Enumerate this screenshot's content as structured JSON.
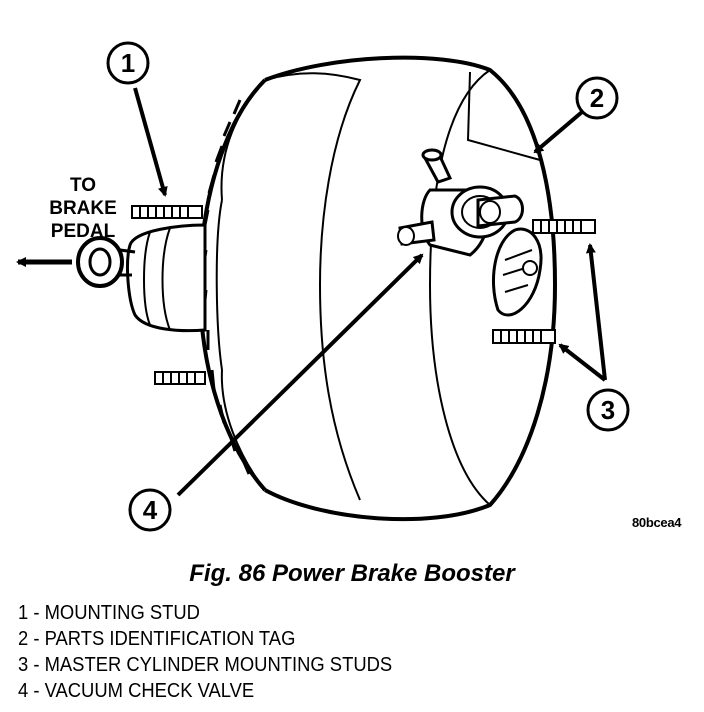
{
  "figure": {
    "caption": "Fig. 86 Power Brake Booster",
    "image_code": "80bcea4",
    "direction_label": [
      "TO",
      "BRAKE",
      "PEDAL"
    ]
  },
  "callouts": [
    {
      "number": "1",
      "part": "MOUNTING STUD"
    },
    {
      "number": "2",
      "part": "PARTS IDENTIFICATION TAG"
    },
    {
      "number": "3",
      "part": "MASTER CYLINDER MOUNTING STUDS"
    },
    {
      "number": "4",
      "part": "VACUUM CHECK VALVE"
    }
  ],
  "legend": [
    "1 - MOUNTING STUD",
    "2 - PARTS IDENTIFICATION TAG",
    "3 - MASTER CYLINDER MOUNTING STUDS",
    "4 - VACUUM CHECK VALVE"
  ]
}
